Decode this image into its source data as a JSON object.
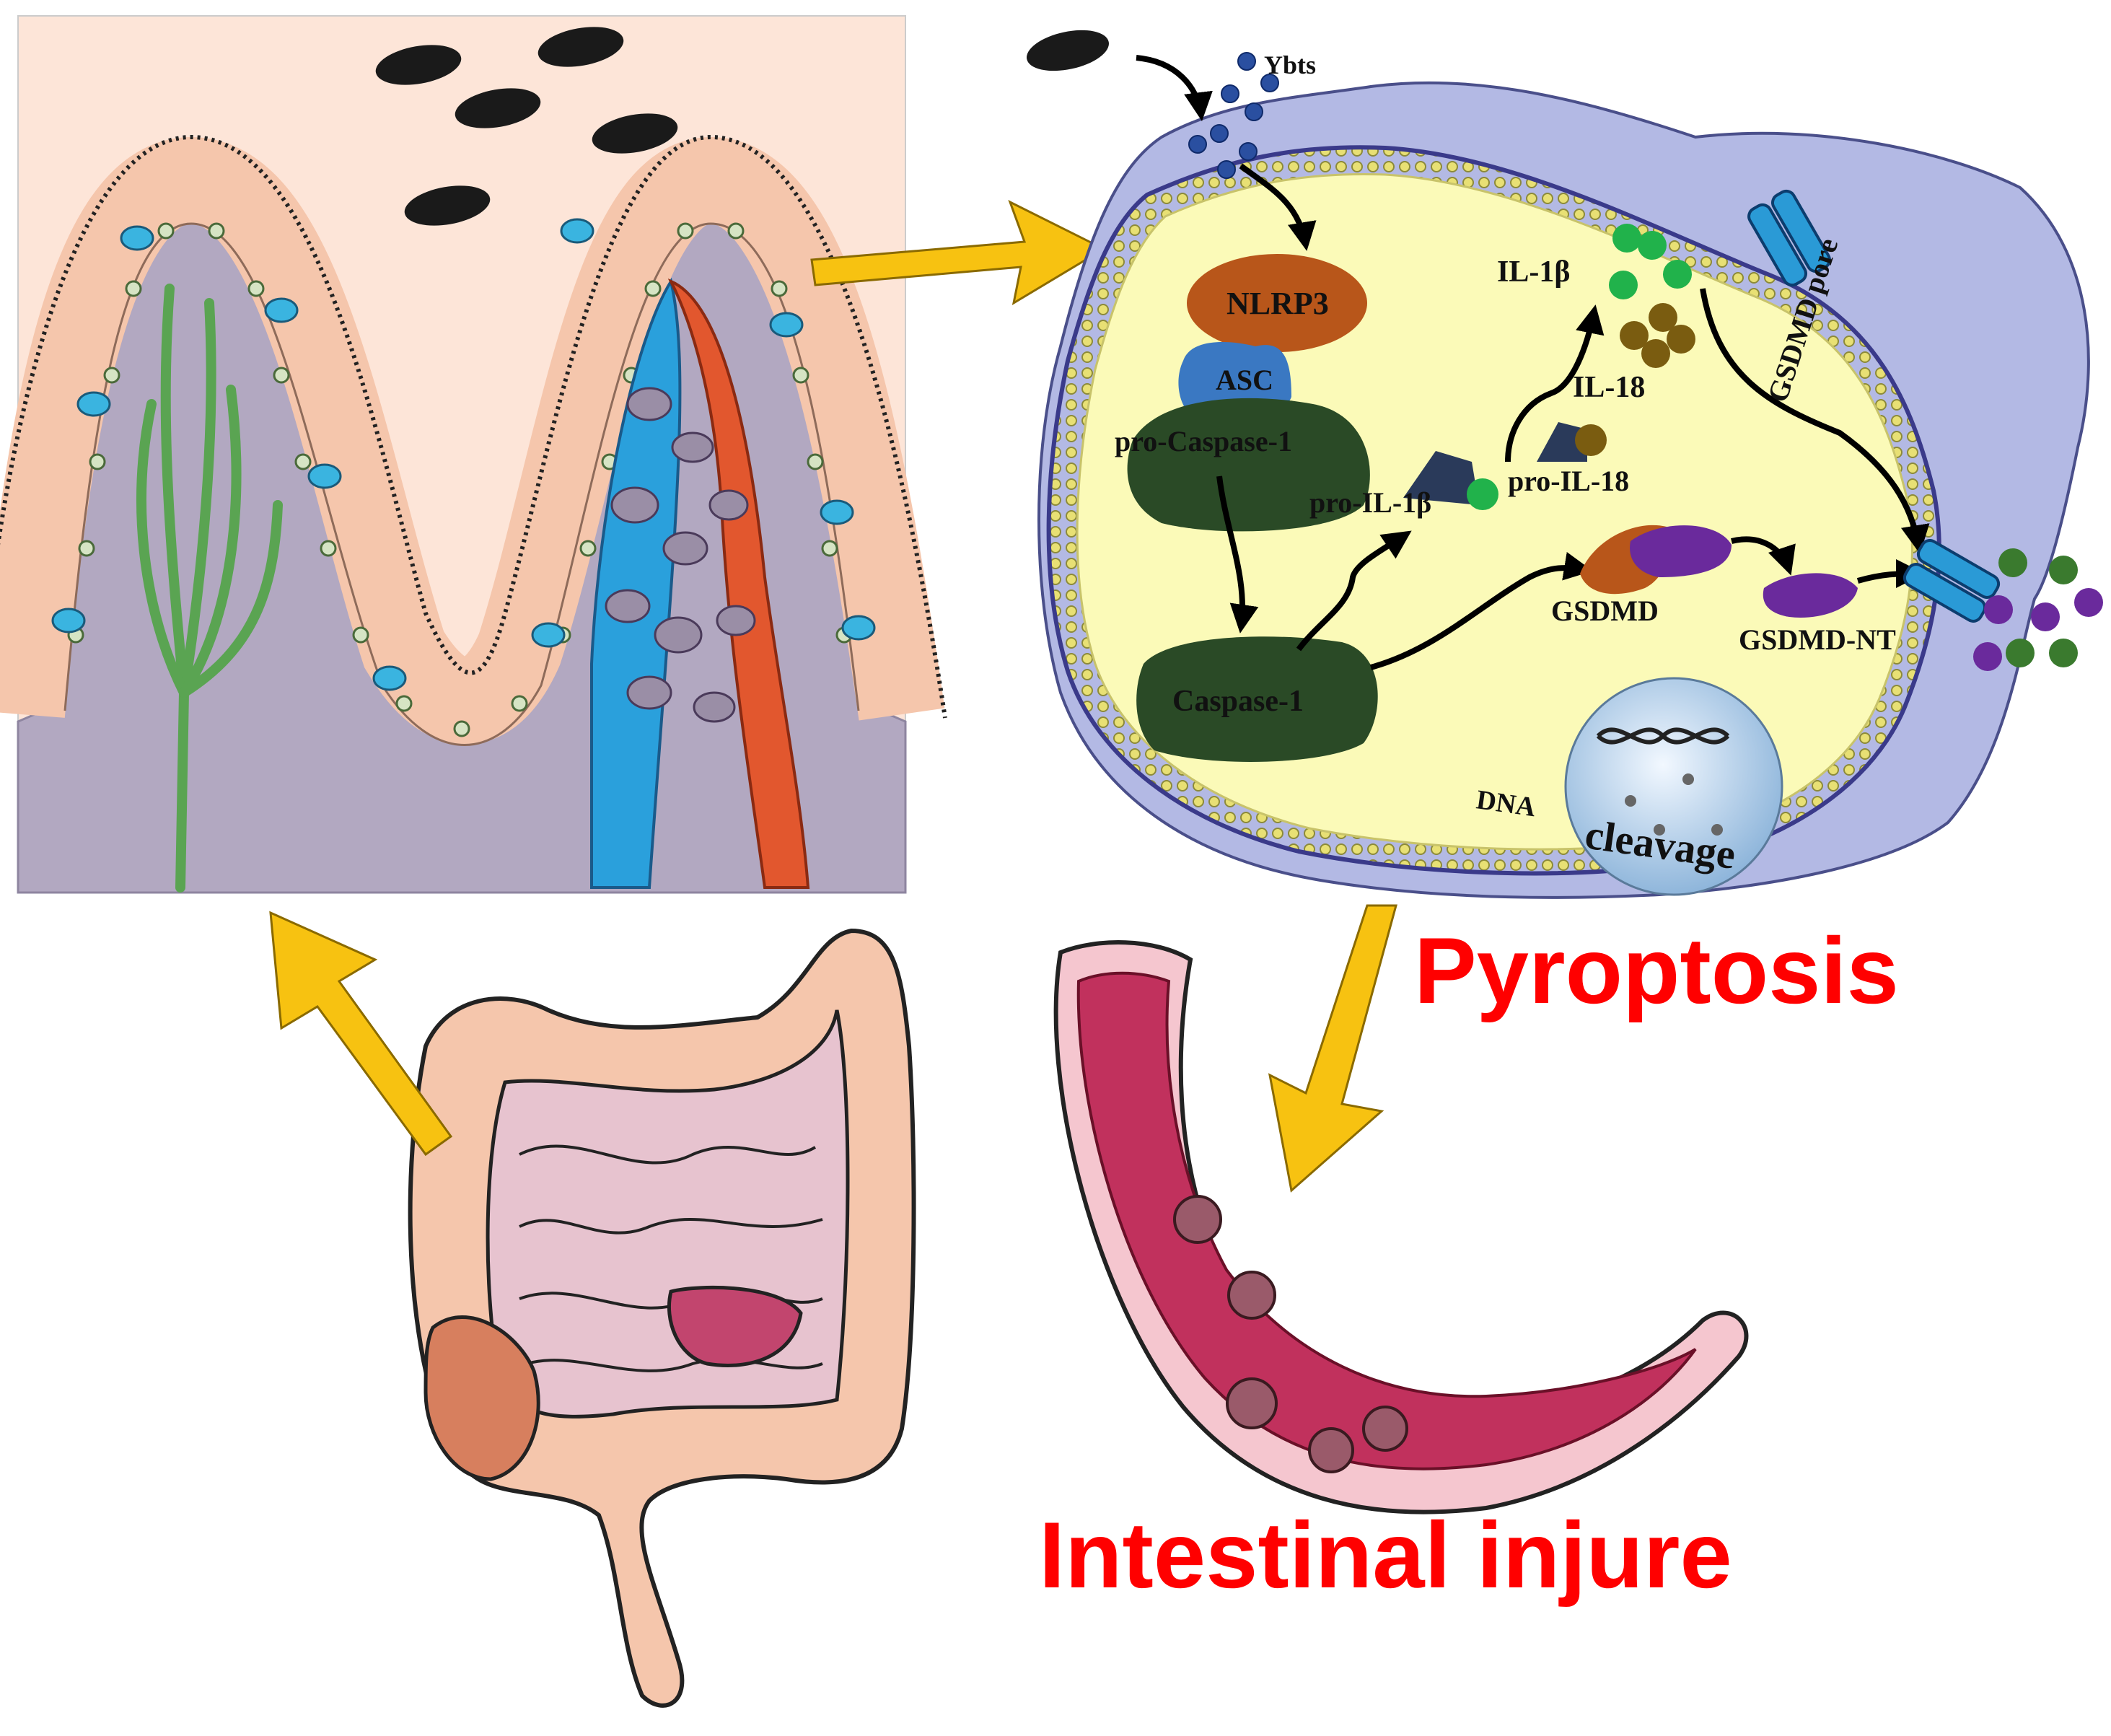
{
  "labels": {
    "ybts": "Ybts",
    "nlrp3": "NLRP3",
    "asc": "ASC",
    "pro_caspase1": "pro-Caspase-1",
    "caspase1": "Caspase-1",
    "pro_il1b": "pro-IL-1β",
    "pro_il18": "pro-IL-18",
    "il1b": "IL-1β",
    "il18": "IL-18",
    "gsdmd": "GSDMD",
    "gsdmd_nt": "GSDMD-NT",
    "gsdmd_pore": "GSDMD pore",
    "dna": "DNA",
    "cleavage": "cleavage"
  },
  "outcomes": {
    "pyroptosis": "Pyroptosis",
    "intestinal_injure": "Intestinal injure"
  },
  "colors": {
    "pyroptosis_text": "#ff0000",
    "injure_text": "#ff0000",
    "arrow_yellow": "#f7c211",
    "nlrp3": "#b8561a",
    "asc": "#3a78c2",
    "caspase": "#2a4a26",
    "il1b_dot": "#21b24b",
    "il18_dot": "#7a5c10",
    "gsdmd_purple": "#6a2a9c",
    "ybts_dot": "#2a4fa0",
    "cytoplasm": "#fbfab8",
    "membrane_outer": "#b3b9e4",
    "villus_bg": "#fde5d8"
  }
}
